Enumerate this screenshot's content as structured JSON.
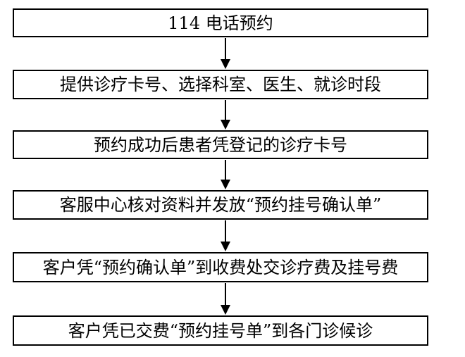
{
  "flow": {
    "steps": [
      {
        "label": "114 电话预约"
      },
      {
        "label": "提供诊疗卡号、选择科室、医生、就诊时段"
      },
      {
        "label": "预约成功后患者凭登记的诊疗卡号"
      },
      {
        "label": "客服中心核对资料并发放“预约挂号确认单”"
      },
      {
        "label": "客户凭“预约确认单”到收费处交诊疗费及挂号费"
      },
      {
        "label": "客户凭已交费“预约挂号单”到各门诊候诊"
      }
    ]
  }
}
